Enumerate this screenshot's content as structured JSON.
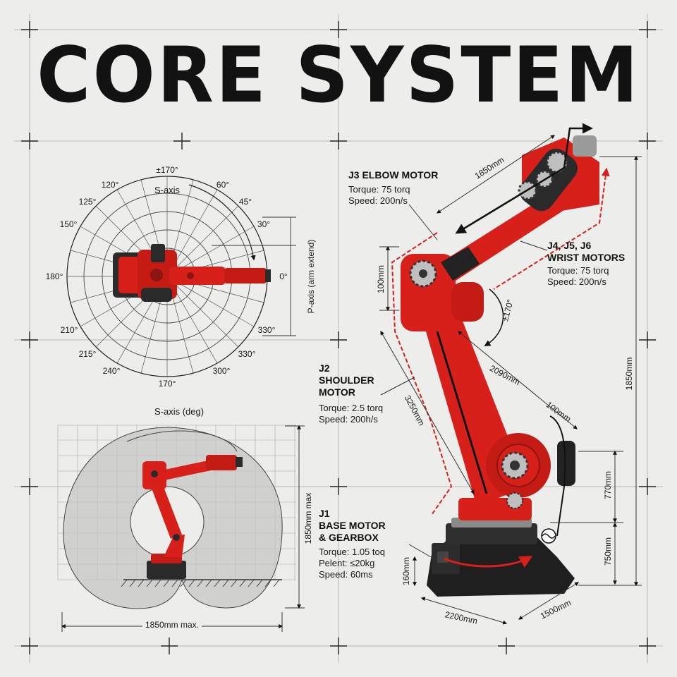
{
  "title": "CORE SYSTEM",
  "polar": {
    "top_label": "±170°",
    "axis_label": "S-axis",
    "side_label": "P-axis (arm extend)",
    "angles": [
      "120°",
      "60°",
      "125°",
      "45°",
      "150°",
      "30°",
      "180°",
      "0°",
      "210°",
      "330°",
      "215°",
      "330°",
      "240°",
      "300°",
      "170°"
    ]
  },
  "envelope": {
    "title": "S-axis (deg)",
    "height_label": "1850mm max",
    "width_label": "1850mm max."
  },
  "callouts": {
    "j3": {
      "title": "J3 ELBOW MOTOR",
      "line1": "Torque: 75 torq",
      "line2": "Speed: 200n/s"
    },
    "j456": {
      "title_line1": "J4, J5, J6",
      "title_line2": "WRIST MOTORS",
      "line1": "Torque: 75 torq",
      "line2": "Speed: 200n/s"
    },
    "j2": {
      "title_line1": "J2",
      "title_line2": "SHOULDER",
      "title_line3": "MOTOR",
      "line1": "Torque: 2.5 torq",
      "line2": "Speed: 200h/s"
    },
    "j1": {
      "title_line1": "J1",
      "title_line2": "BASE MOTOR",
      "title_line3": "& GEARBOX",
      "line1": "Torque: 1.05 toq",
      "line2": "Pelent: ≤20kg",
      "line3": "Speed: 60ms"
    }
  },
  "dimensions": {
    "arm_top": "1850mm",
    "elbow_height": "100mm",
    "wrist_rot": "±170°",
    "forearm": "2090mm",
    "upper_arm": "3250mm",
    "offset": "100mm",
    "total_height": "1850mm",
    "mid_height": "770mm",
    "base_height": "750mm",
    "plinth": "160mm",
    "base_depth": "2200mm",
    "base_width": "1500mm"
  },
  "colors": {
    "robot_red": "#d8201a",
    "ink": "#121212",
    "background": "#ededeb",
    "motor_dark": "#2a2a2a"
  }
}
